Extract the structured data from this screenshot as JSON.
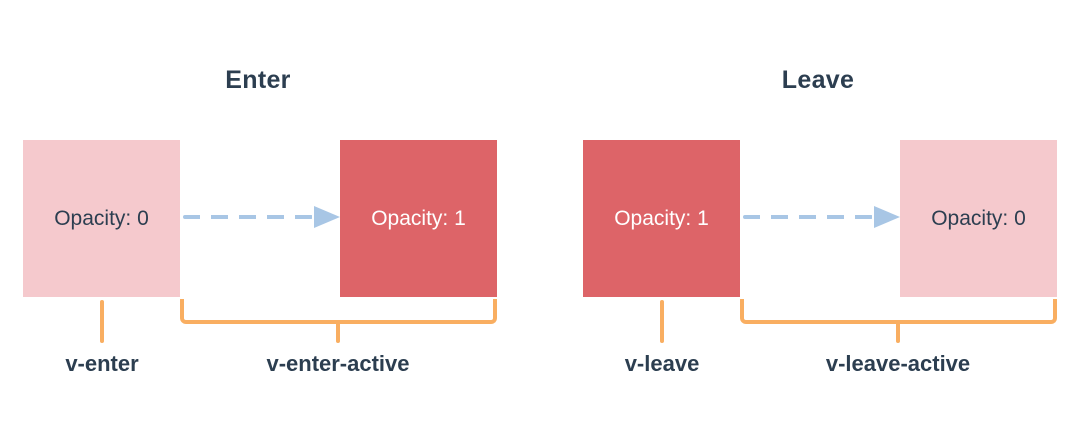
{
  "diagram": {
    "panels": [
      {
        "title": "Enter",
        "start_box_label": "Opacity: 0",
        "end_box_label": "Opacity: 1",
        "state_label": "v-enter",
        "active_label": "v-enter-active"
      },
      {
        "title": "Leave",
        "start_box_label": "Opacity: 1",
        "end_box_label": "Opacity: 0",
        "state_label": "v-leave",
        "active_label": "v-leave-active"
      }
    ],
    "colors": {
      "faded_box": "#f5c9cd",
      "solid_box": "#dd6468",
      "arrow": "#a8c6e5",
      "bracket": "#f9ae61",
      "heading_text": "#2c3e50",
      "solid_box_text": "#ffffff",
      "page_bg": "#ffffff"
    }
  }
}
